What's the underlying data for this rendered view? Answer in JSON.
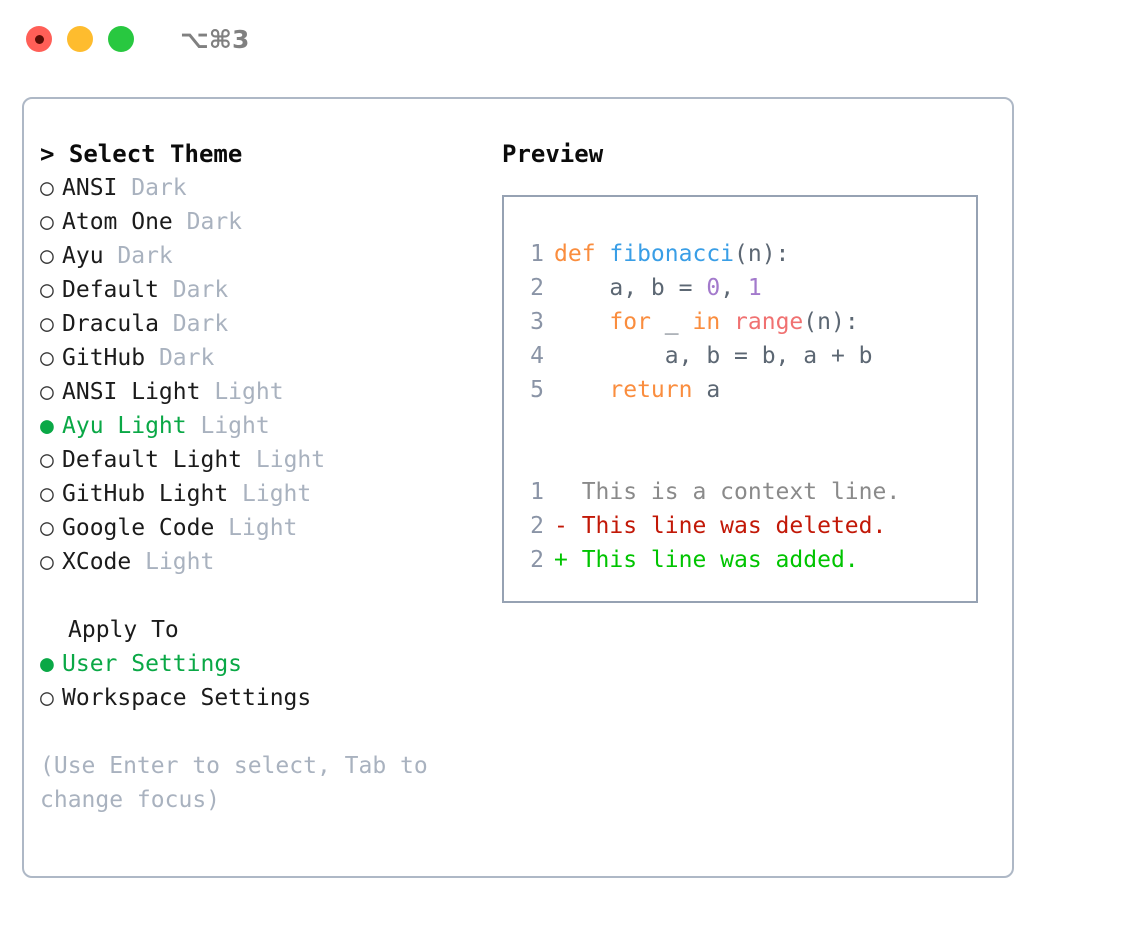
{
  "titlebar": {
    "shortcut": "⌥⌘3",
    "buttons": [
      {
        "name": "close",
        "color": "#ff5f57"
      },
      {
        "name": "minimize",
        "color": "#febc2e"
      },
      {
        "name": "zoom",
        "color": "#28c840"
      }
    ]
  },
  "theme_picker": {
    "heading": "> Select Theme",
    "items": [
      {
        "marker": "○",
        "name": "ANSI",
        "tag": "Dark",
        "selected": false
      },
      {
        "marker": "○",
        "name": "Atom One",
        "tag": "Dark",
        "selected": false
      },
      {
        "marker": "○",
        "name": "Ayu",
        "tag": "Dark",
        "selected": false
      },
      {
        "marker": "○",
        "name": "Default",
        "tag": "Dark",
        "selected": false
      },
      {
        "marker": "○",
        "name": "Dracula",
        "tag": "Dark",
        "selected": false
      },
      {
        "marker": "○",
        "name": "GitHub",
        "tag": "Dark",
        "selected": false
      },
      {
        "marker": "○",
        "name": "ANSI Light",
        "tag": "Light",
        "selected": false
      },
      {
        "marker": "●",
        "name": "Ayu Light",
        "tag": "Light",
        "selected": true
      },
      {
        "marker": "○",
        "name": "Default Light",
        "tag": "Light",
        "selected": false
      },
      {
        "marker": "○",
        "name": "GitHub Light",
        "tag": "Light",
        "selected": false
      },
      {
        "marker": "○",
        "name": "Google Code",
        "tag": "Light",
        "selected": false
      },
      {
        "marker": "○",
        "name": "XCode",
        "tag": "Light",
        "selected": false
      }
    ]
  },
  "apply_to": {
    "heading": "Apply To",
    "items": [
      {
        "marker": "●",
        "name": "User Settings",
        "selected": true
      },
      {
        "marker": "○",
        "name": "Workspace Settings",
        "selected": false
      }
    ]
  },
  "hint": "(Use Enter to select, Tab to change focus)",
  "preview": {
    "title": "Preview",
    "code_lines": [
      {
        "no": "1",
        "tokens": [
          {
            "t": "def ",
            "c": "kw"
          },
          {
            "t": "fibonacci",
            "c": "fn"
          },
          {
            "t": "(n):",
            "c": "pln"
          }
        ]
      },
      {
        "no": "2",
        "tokens": [
          {
            "t": "    a, b ",
            "c": "pln"
          },
          {
            "t": "= ",
            "c": "op"
          },
          {
            "t": "0",
            "c": "num"
          },
          {
            "t": ", ",
            "c": "pln"
          },
          {
            "t": "1",
            "c": "num"
          }
        ]
      },
      {
        "no": "3",
        "tokens": [
          {
            "t": "    ",
            "c": "pln"
          },
          {
            "t": "for ",
            "c": "kw"
          },
          {
            "t": "_ ",
            "c": "pln"
          },
          {
            "t": "in ",
            "c": "kw"
          },
          {
            "t": "range",
            "c": "blt"
          },
          {
            "t": "(n):",
            "c": "pln"
          }
        ]
      },
      {
        "no": "4",
        "tokens": [
          {
            "t": "        a, b = b, a + b",
            "c": "pln"
          }
        ]
      },
      {
        "no": "5",
        "tokens": [
          {
            "t": "    ",
            "c": "pln"
          },
          {
            "t": "return ",
            "c": "kw"
          },
          {
            "t": "a",
            "c": "pln"
          }
        ]
      }
    ],
    "diff_lines": [
      {
        "no": "1",
        "marker": "  ",
        "text": "This is a context line.",
        "kind": "ctx"
      },
      {
        "no": "2",
        "marker": "- ",
        "text": "This line was deleted.",
        "kind": "del"
      },
      {
        "no": "2",
        "marker": "+ ",
        "text": "This line was added.",
        "kind": "add"
      }
    ]
  },
  "colors": {
    "keyword": "#fa8d3e",
    "function": "#399ee6",
    "builtin": "#f07171",
    "number": "#a37acc",
    "plain": "#5c6773",
    "selected_green": "#0aa846",
    "muted": "#a9b2bf",
    "diff_context": "#8a8a8a",
    "diff_deleted": "#c21807",
    "diff_added": "#00c400",
    "panel_border": "#aeb8c6",
    "preview_border": "#96a2b3"
  }
}
